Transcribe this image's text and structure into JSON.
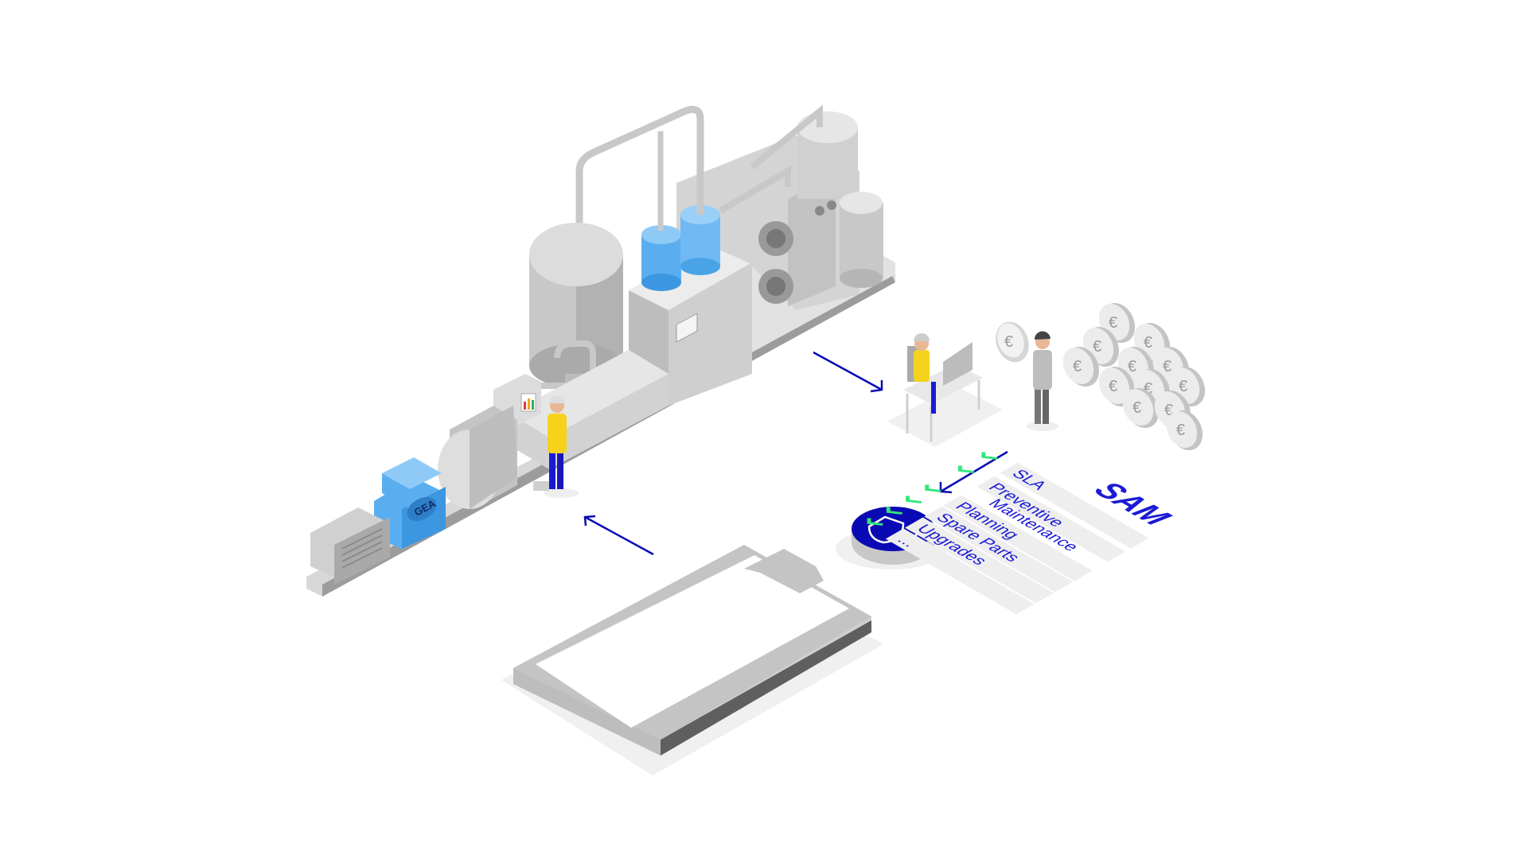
{
  "machine": {
    "brand_label": "GEA"
  },
  "clipboard": {
    "title": "SAM",
    "items": [
      "SLA",
      "Preventive",
      "Maintenance",
      "Planning",
      "Spare Parts",
      "Upgrades",
      "..."
    ]
  },
  "colors": {
    "accent": "#0a0ab4",
    "machine_blue": "#5aaef0",
    "vest": "#f5d31c",
    "check": "#2ee87a",
    "grey_light": "#e6e6e6",
    "grey_mid": "#c4c4c4",
    "grey_dark": "#8a8a8a"
  },
  "icons": [
    "euro-coin-icon",
    "shield-upgrade-icon",
    "arrow-icon",
    "checkmark-icon"
  ]
}
